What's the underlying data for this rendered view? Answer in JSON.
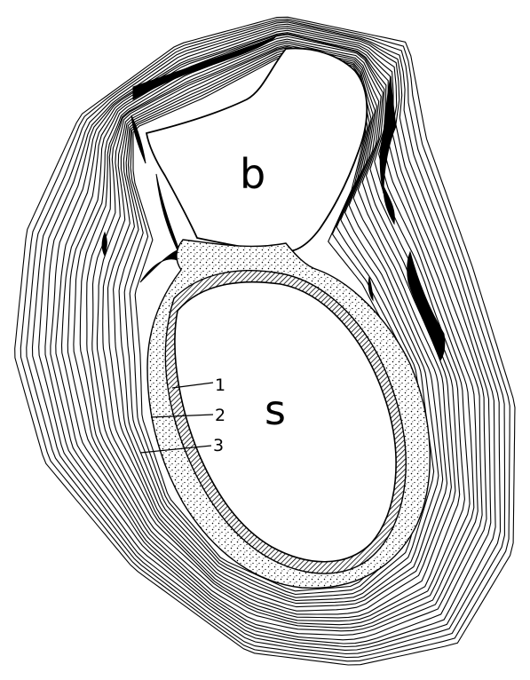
{
  "figure": {
    "labels": {
      "b": "b",
      "s": "s",
      "n1": "1",
      "n2": "2",
      "n3": "3"
    },
    "colors": {
      "ink": "#000000",
      "paper": "#ffffff"
    }
  }
}
